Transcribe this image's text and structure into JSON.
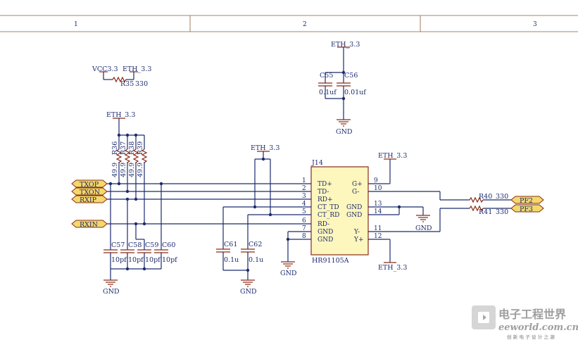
{
  "frame": {
    "zones": [
      "1",
      "2",
      "3"
    ]
  },
  "power": {
    "vcc": "VCC3.3",
    "eth": "ETH_3.3",
    "gnd": "GND"
  },
  "components": {
    "r35": {
      "ref": "R35",
      "value": "330"
    },
    "r36": {
      "ref": "R36",
      "value": "49.9"
    },
    "r37": {
      "ref": "R37",
      "value": "49.9"
    },
    "r38": {
      "ref": "R38",
      "value": "49.9"
    },
    "r39": {
      "ref": "R39",
      "value": "49.9"
    },
    "r40": {
      "ref": "R40",
      "value": "330"
    },
    "r41": {
      "ref": "R41",
      "value": "330"
    },
    "c55": {
      "ref": "C55",
      "value": "0.1uf"
    },
    "c56": {
      "ref": "C56",
      "value": "0.01uf"
    },
    "c57": {
      "ref": "C57",
      "value": "10pf"
    },
    "c58": {
      "ref": "C58",
      "value": "10pf"
    },
    "c59": {
      "ref": "C59",
      "value": "10pf"
    },
    "c60": {
      "ref": "C60",
      "value": "10pf"
    },
    "c61": {
      "ref": "C61",
      "value": "0.1u"
    },
    "c62": {
      "ref": "C62",
      "value": "0.1u"
    }
  },
  "connector": {
    "ref": "J14",
    "part": "HR91105A",
    "left_pins": [
      {
        "num": "1",
        "name": "TD+"
      },
      {
        "num": "2",
        "name": "TD-"
      },
      {
        "num": "3",
        "name": "RD+"
      },
      {
        "num": "4",
        "name": "CT_TD"
      },
      {
        "num": "5",
        "name": "CT_RD"
      },
      {
        "num": "6",
        "name": "RD-"
      },
      {
        "num": "7",
        "name": "GND"
      },
      {
        "num": "8",
        "name": "GND"
      }
    ],
    "right_pins": [
      {
        "num": "9",
        "name": "G+"
      },
      {
        "num": "10",
        "name": "G-"
      },
      {
        "num": "13",
        "name": "GND"
      },
      {
        "num": "14",
        "name": "GND"
      },
      {
        "num": "11",
        "name": "Y-"
      },
      {
        "num": "12",
        "name": "Y+"
      }
    ]
  },
  "ports": {
    "txop": "TXOP",
    "txon": "TXON",
    "rxip": "RXIP",
    "rxin": "RXIN",
    "pf2": "PF2",
    "pf3": "PF3"
  },
  "watermark": {
    "title": "电子工程世界",
    "site": "eeworld.com.cn",
    "tagline": "创 新 电 子 设 计 之 源"
  },
  "colors": {
    "wire": "#1c2a6e",
    "component": "#8a2b16",
    "port_fill": "#f3d96b"
  }
}
